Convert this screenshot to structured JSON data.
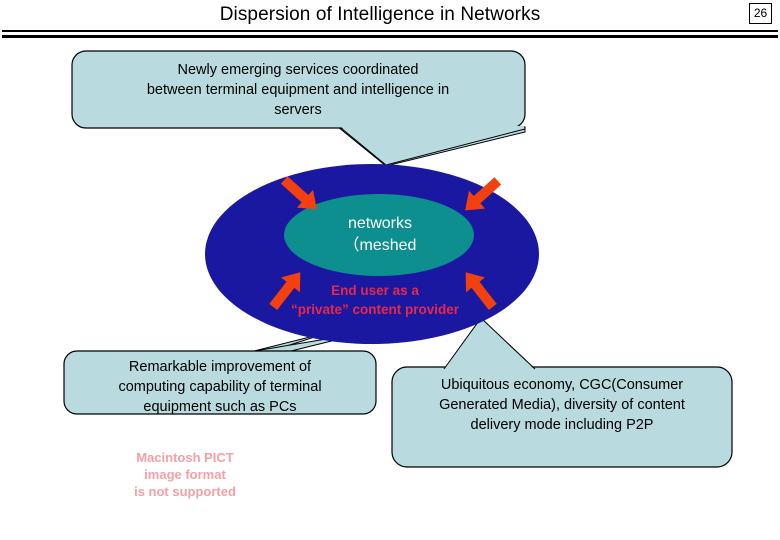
{
  "slide": {
    "title": "Dispersion of Intelligence in Networks",
    "page_number": "26"
  },
  "colors": {
    "callout_fill": "#b9dbe0",
    "callout_border": "#000000",
    "outer_ellipse": "#1a18a0",
    "inner_ellipse": "#0d8f8f",
    "arrow": "#f2400f",
    "red_text": "#e8284a",
    "placeholder_text": "#f2a0a6",
    "title_text": "#000000"
  },
  "callouts": {
    "top": {
      "text": "Newly emerging services coordinated\nbetween terminal equipment and intelligence in\nservers"
    },
    "bottom_left": {
      "text": "Remarkable improvement of\ncomputing capability of terminal\nequipment such as PCs"
    },
    "bottom_right": {
      "text": "Ubiquitous economy, CGC(Consumer\nGenerated Media), diversity of content\ndelivery mode including P2P"
    }
  },
  "center": {
    "core_label": "networks\n（meshed",
    "end_user_label": "End user as a\n“private” content provider"
  },
  "placeholder": {
    "text": "Macintosh PICT\nimage format\nis not supported"
  },
  "arrows": [
    {
      "name": "arrow-top-left",
      "direction": "down-right"
    },
    {
      "name": "arrow-top-right",
      "direction": "down-left"
    },
    {
      "name": "arrow-bottom-left",
      "direction": "up-right"
    },
    {
      "name": "arrow-bottom-right",
      "direction": "up-left"
    }
  ]
}
